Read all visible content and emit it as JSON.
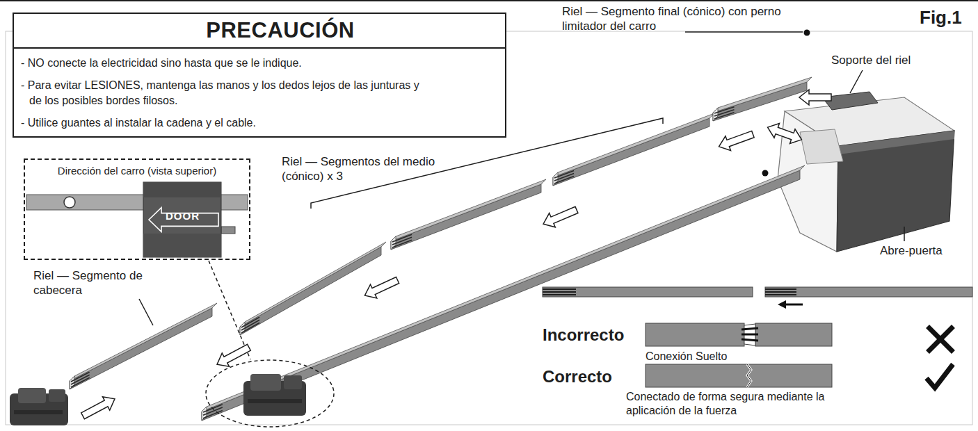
{
  "diagram": {
    "nodes": [
      {
        "text": [
          "PRECAUCIÓN",
          "- NO conecte la electricidad sino hasta que se le indique.",
          "- Para evitar LESIONES, mantenga las manos y los dedos lejos de las junturas y de los posibles bordes filosos.",
          "- Utilice guantes al instalar la cadena y el cable."
        ]
      },
      {
        "text": [
          "Dirección del carro (vista superior)"
        ]
      },
      {
        "text": [
          "DOOR"
        ],
        "in": 1
      }
    ],
    "labels": [
      "Fig.1",
      "Riel — Segmento final (cónico) con perno limitador del carro",
      "Soporte del riel",
      "Riel — Segmentos del medio (cónico) x 3",
      "Riel — Segmento de cabecera",
      "Abre-puerta",
      "Incorrecto",
      "Conexión Suelto",
      "Correcto",
      "Conectado de forma segura mediante la aplicación de la fuerza"
    ]
  }
}
